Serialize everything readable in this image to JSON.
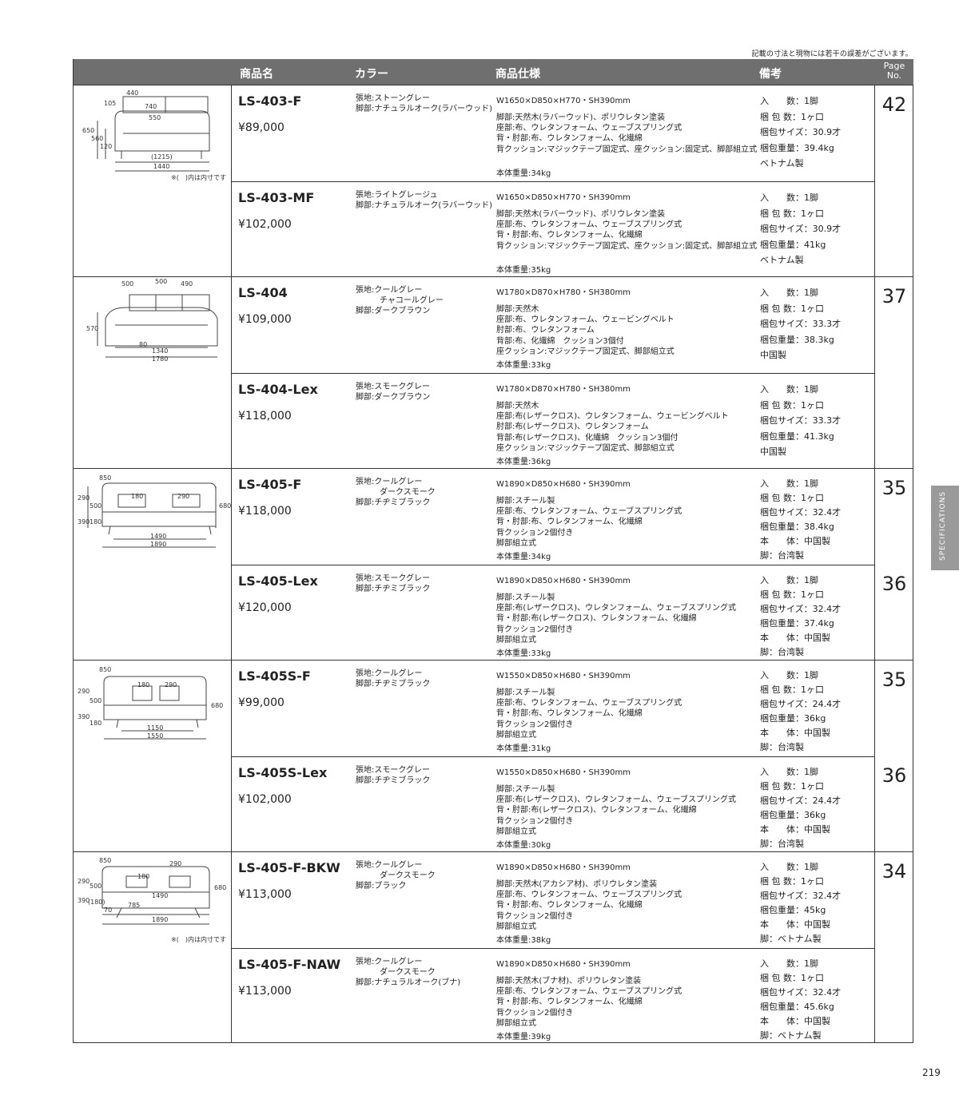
{
  "disclaimer": "記載の寸法と現物には若干の誤差がございます。",
  "header": {
    "product_name": "商品名",
    "color": "カラー",
    "spec": "商品仕様",
    "remarks": "備考",
    "page_no": "Page No."
  },
  "side_tab": "SPECIFICATIONS",
  "folio": "219",
  "groups": [
    {
      "page": "42",
      "drawing_labels": [
        "440",
        "105",
        "740",
        "550",
        "650",
        "560",
        "120",
        "(1215)",
        "1440"
      ],
      "drawing_note": "※(　)内は内寸です",
      "products": [
        {
          "name": "LS-403-F",
          "price": "¥89,000",
          "colors": [
            "張地:ストーングレー",
            "脚部:ナチュラルオーク(ラバーウッド)"
          ],
          "dimensions": "W1650×D850×H770・SH390mm",
          "spec": [
            "脚部:天然木(ラバーウッド)、ポリウレタン塗装",
            "座部:布、ウレタンフォーム、ウェーブスプリング式",
            "背・肘部:布、ウレタンフォーム、化繊綿",
            "背クッション:マジックテープ固定式、座クッション:固定式、脚部組立式"
          ],
          "weight": "本体重量:34kg",
          "remarks": [
            "入　　数：1脚",
            "梱 包 数：1ヶ口",
            "梱包サイズ：30.9才",
            "梱包重量：39.4kg",
            "ベトナム製"
          ]
        },
        {
          "name": "LS-403-MF",
          "price": "¥102,000",
          "colors": [
            "張地:ライトグレージュ",
            "脚部:ナチュラルオーク(ラバーウッド)"
          ],
          "dimensions": "W1650×D850×H770・SH390mm",
          "spec": [
            "脚部:天然木(ラバーウッド)、ポリウレタン塗装",
            "座部:布、ウレタンフォーム、ウェーブスプリング式",
            "背・肘部:布、ウレタンフォーム、化繊綿",
            "背クッション:マジックテープ固定式、座クッション:固定式、脚部組立式"
          ],
          "weight": "本体重量:35kg",
          "remarks": [
            "入　　数：1脚",
            "梱 包 数：1ヶ口",
            "梱包サイズ：30.9才",
            "梱包重量：41kg",
            "ベトナム製"
          ]
        }
      ]
    },
    {
      "page": "37",
      "drawing_labels": [
        "500",
        "500",
        "490",
        "570",
        "80",
        "1340",
        "1780"
      ],
      "drawing_note": "",
      "products": [
        {
          "name": "LS-404",
          "price": "¥109,000",
          "colors": [
            "張地:クールグレー",
            "　　　チャコールグレー",
            "脚部:ダークブラウン"
          ],
          "dimensions": "W1780×D870×H780・SH380mm",
          "spec": [
            "脚部:天然木",
            "座部:布、ウレタンフォーム、ウェービングベルト",
            "肘部:布、ウレタンフォーム",
            "背部:布、化繊綿　クッション3個付",
            "座クッション:マジックテープ固定式、脚部組立式"
          ],
          "weight": "本体重量:33kg",
          "remarks": [
            "入　　数：1脚",
            "梱 包 数：1ヶ口",
            "梱包サイズ：33.3才",
            "梱包重量：38.3kg",
            "中国製"
          ]
        },
        {
          "name": "LS-404-Lex",
          "price": "¥118,000",
          "colors": [
            "張地:スモークグレー",
            "脚部:ダークブラウン"
          ],
          "dimensions": "W1780×D870×H780・SH380mm",
          "spec": [
            "脚部:天然木",
            "座部:布(レザークロス)、ウレタンフォーム、ウェービングベルト",
            "肘部:布(レザークロス)、ウレタンフォーム",
            "背部:布(レザークロス)、化繊綿　クッション3個付",
            "座クッション:マジックテープ固定式、脚部組立式"
          ],
          "weight": "本体重量:36kg",
          "remarks": [
            "入　　数：1脚",
            "梱 包 数：1ヶ口",
            "梱包サイズ：33.3才",
            "梱包重量：41.3kg",
            "中国製"
          ]
        }
      ]
    },
    {
      "page": "35",
      "page2": "36",
      "drawing_labels": [
        "850",
        "290",
        "500",
        "390",
        "180",
        "180",
        "290",
        "680",
        "1490",
        "1890"
      ],
      "drawing_note": "",
      "products": [
        {
          "name": "LS-405-F",
          "price": "¥118,000",
          "colors": [
            "張地:クールグレー",
            "　　　ダークスモーク",
            "脚部:チヂミブラック"
          ],
          "dimensions": "W1890×D850×H680・SH390mm",
          "spec": [
            "脚部:スチール製",
            "座部:布、ウレタンフォーム、ウェーブスプリング式",
            "背・肘部:布、ウレタンフォーム、化繊綿",
            "背クッション2個付き",
            "脚部組立式"
          ],
          "weight": "本体重量:34kg",
          "remarks": [
            "入　　数：1脚",
            "梱 包 数：1ヶ口",
            "梱包サイズ：32.4才",
            "梱包重量：38.4kg",
            "本　　体：中国製",
            "脚：台湾製"
          ]
        },
        {
          "name": "LS-405-Lex",
          "price": "¥120,000",
          "colors": [
            "張地:スモークグレー",
            "脚部:チヂミブラック"
          ],
          "dimensions": "W1890×D850×H680・SH390mm",
          "spec": [
            "脚部:スチール製",
            "座部:布(レザークロス)、ウレタンフォーム、ウェーブスプリング式",
            "背・肘部:布(レザークロス)、ウレタンフォーム、化繊綿",
            "背クッション2個付き",
            "脚部組立式"
          ],
          "weight": "本体重量:33kg",
          "remarks": [
            "入　　数：1脚",
            "梱 包 数：1ヶ口",
            "梱包サイズ：32.4才",
            "梱包重量：37.4kg",
            "本　　体：中国製",
            "脚：台湾製"
          ]
        }
      ]
    },
    {
      "page": "35",
      "page2": "36",
      "drawing_labels": [
        "850",
        "290",
        "500",
        "390",
        "180",
        "180",
        "290",
        "680",
        "1150",
        "1550"
      ],
      "drawing_note": "",
      "products": [
        {
          "name": "LS-405S-F",
          "price": "¥99,000",
          "colors": [
            "張地:クールグレー",
            "脚部:チヂミブラック"
          ],
          "dimensions": "W1550×D850×H680・SH390mm",
          "spec": [
            "脚部:スチール製",
            "座部:布、ウレタンフォーム、ウェーブスプリング式",
            "背・肘部:布、ウレタンフォーム、化繊綿",
            "背クッション2個付き",
            "脚部組立式"
          ],
          "weight": "本体重量:31kg",
          "remarks": [
            "入　　数：1脚",
            "梱 包 数：1ヶ口",
            "梱包サイズ：24.4才",
            "梱包重量：36kg",
            "本　　体：中国製",
            "脚：台湾製"
          ]
        },
        {
          "name": "LS-405S-Lex",
          "price": "¥102,000",
          "colors": [
            "張地:スモークグレー",
            "脚部:チヂミブラック"
          ],
          "dimensions": "W1550×D850×H680・SH390mm",
          "spec": [
            "脚部:スチール製",
            "座部:布(レザークロス)、ウレタンフォーム、ウェーブスプリング式",
            "背・肘部:布(レザークロス)、ウレタンフォーム、化繊綿",
            "背クッション2個付き",
            "脚部組立式"
          ],
          "weight": "本体重量:30kg",
          "remarks": [
            "入　　数：1脚",
            "梱 包 数：1ヶ口",
            "梱包サイズ：24.4才",
            "梱包重量：36kg",
            "本　　体：中国製",
            "脚：台湾製"
          ]
        }
      ]
    },
    {
      "page": "34",
      "drawing_labels": [
        "850",
        "290",
        "290",
        "500",
        "390",
        "(180)",
        "180",
        "1490",
        "785",
        "70",
        "680",
        "1890"
      ],
      "drawing_note": "※(　)内は内寸です",
      "products": [
        {
          "name": "LS-405-F-BKW",
          "price": "¥113,000",
          "colors": [
            "張地:クールグレー",
            "　　　ダークスモーク",
            "脚部:ブラック"
          ],
          "dimensions": "W1890×D850×H680・SH390mm",
          "spec": [
            "脚部:天然木(アカシア材)、ポリウレタン塗装",
            "座部:布、ウレタンフォーム、ウェーブスプリング式",
            "背・肘部:布、ウレタンフォーム、化繊綿",
            "背クッション2個付き",
            "脚部組立式"
          ],
          "weight": "本体重量:38kg",
          "remarks": [
            "入　　数：1脚",
            "梱 包 数：1ヶ口",
            "梱包サイズ：32.4才",
            "梱包重量：45kg",
            "本　　体：中国製",
            "脚：ベトナム製"
          ]
        },
        {
          "name": "LS-405-F-NAW",
          "price": "¥113,000",
          "colors": [
            "張地:クールグレー",
            "　　　ダークスモーク",
            "脚部:ナチュラルオーク(ブナ)"
          ],
          "dimensions": "W1890×D850×H680・SH390mm",
          "spec": [
            "脚部:天然木(ブナ材)、ポリウレタン塗装",
            "座部:布、ウレタンフォーム、ウェーブスプリング式",
            "背・肘部:布、ウレタンフォーム、化繊綿",
            "背クッション2個付き",
            "脚部組立式"
          ],
          "weight": "本体重量:39kg",
          "remarks": [
            "入　　数：1脚",
            "梱 包 数：1ヶ口",
            "梱包サイズ：32.4才",
            "梱包重量：45.6kg",
            "本　　体：中国製",
            "脚：ベトナム製"
          ]
        }
      ]
    }
  ]
}
